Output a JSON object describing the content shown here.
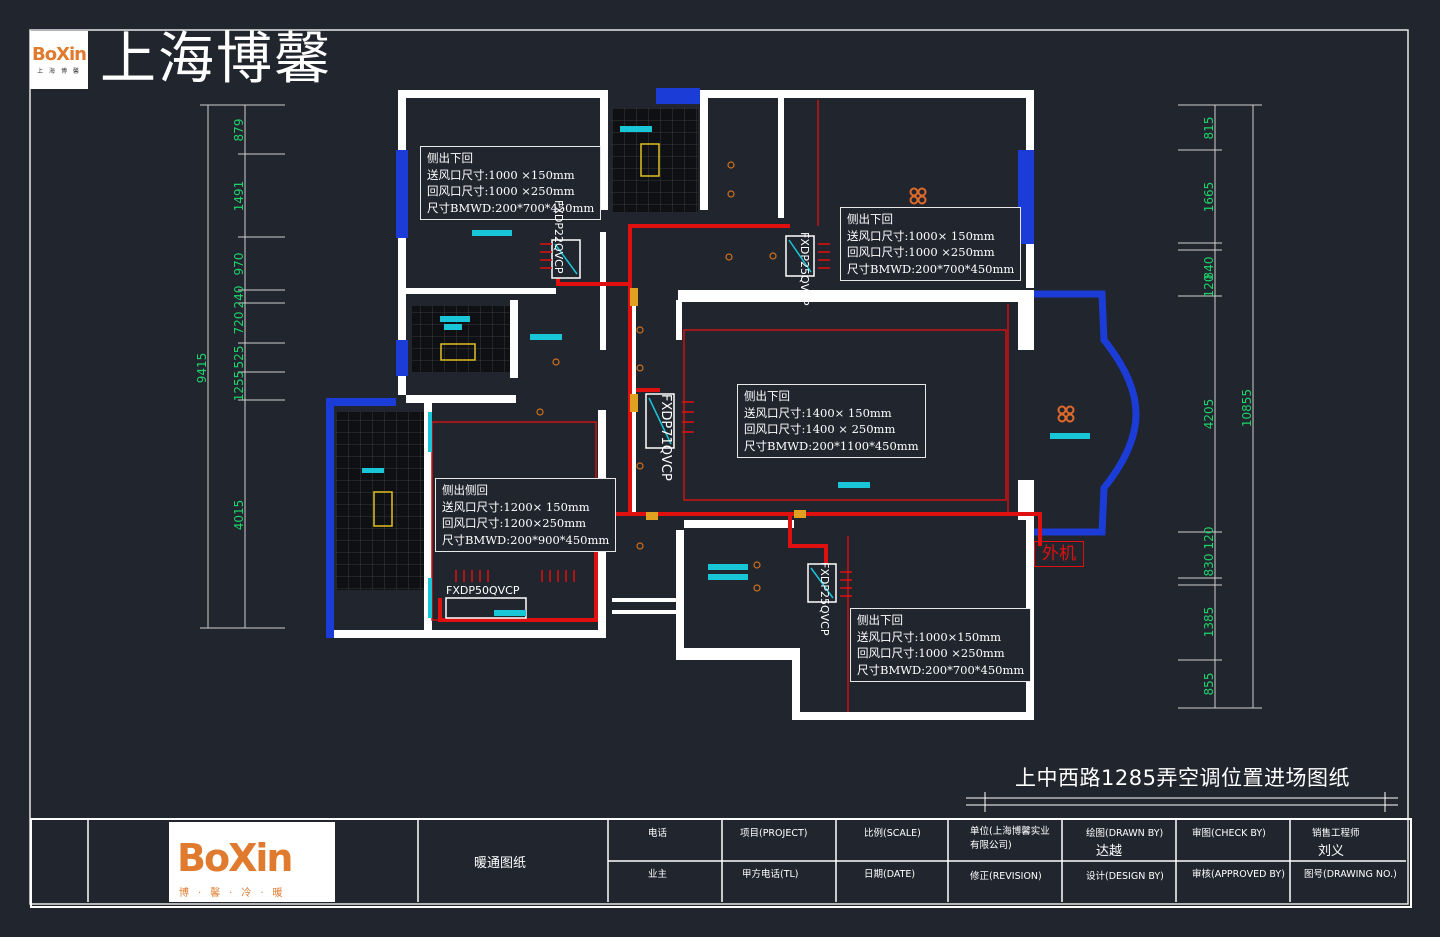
{
  "header": {
    "logo_text": "BoXin",
    "logo_sub": "上 海 博 馨",
    "brand_name": "上海博馨"
  },
  "notes": [
    {
      "line1": "侧出下回",
      "line2": "送风口尺寸:1000 ×150mm",
      "line3": "回风口尺寸:1000 ×250mm",
      "line4": "尺寸BMWD:200*700*450mm"
    },
    {
      "line1": "侧出下回",
      "line2": "送风口尺寸:1000× 150mm",
      "line3": "回风口尺寸:1000 ×250mm",
      "line4": "尺寸BMWD:200*700*450mm"
    },
    {
      "line1": "侧出下回",
      "line2": "送风口尺寸:1400× 150mm",
      "line3": "回风口尺寸:1400 × 250mm",
      "line4": "尺寸BMWD:200*1100*450mm"
    },
    {
      "line1": "侧出侧回",
      "line2": "送风口尺寸:1200× 150mm",
      "line3": "回风口尺寸:1200×250mm",
      "line4": "尺寸BMWD:200*900*450mm"
    },
    {
      "line1": "侧出下回",
      "line2": "送风口尺寸:1000×150mm",
      "line3": "回风口尺寸:1000 ×250mm",
      "line4": "尺寸BMWD:200*700*450mm"
    }
  ],
  "units": {
    "u1": "FXDP22QVCP",
    "u2": "FXDP25QVCP",
    "u3": "FXDP71QVCP",
    "u4": "FXDP50QVCP",
    "u5": "FXDP25QVCP"
  },
  "outdoor_label": "外机",
  "dims_left_inner": [
    "879",
    "1491",
    "970",
    "240",
    "720",
    "525",
    "1255",
    "4015"
  ],
  "dims_left_total": "9415",
  "dims_right_inner": [
    "815",
    "1665",
    "120",
    "840",
    "4205",
    "830",
    "120",
    "1385",
    "855"
  ],
  "dims_right_total": "10855",
  "drawing_title": "上中西路1285弄空调位置进场图纸",
  "title_block": {
    "logo_text": "BoXin",
    "logo_sub": "博·馨·冷·暖",
    "drawing_type": "暖通图纸",
    "phone": "电话",
    "owner": "业主",
    "project": "项目(PROJECT)",
    "owner_phone": "甲方电话(TL)",
    "scale": "比例(SCALE)",
    "date": "日期(DATE)",
    "company": "单位(上海博馨实业有限公司)",
    "revision": "修正(REVISION)",
    "drawn_by": "绘图(DRAWN BY)",
    "drawn_by_name": "达越",
    "design_by": "设计(DESIGN BY)",
    "check_by": "审图(CHECK BY)",
    "approved_by": "审核(APPROVED BY)",
    "engineer": "销售工程师",
    "engineer_name": "刘义",
    "drawing_no": "图号(DRAWING NO.)"
  },
  "colors": {
    "background": "#21252e",
    "wall": "#ffffff",
    "pipe": "#e01010",
    "window": "#1c3cd8",
    "grille": "#18c6d8",
    "dimension": "#1ed36a",
    "fixture": "#e0a020"
  }
}
